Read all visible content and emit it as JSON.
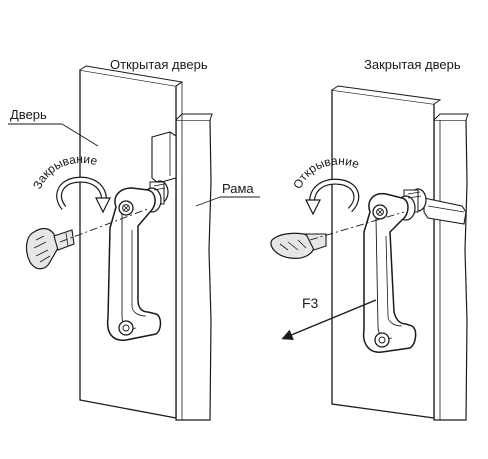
{
  "figure": {
    "left": {
      "title": "Открытая дверь",
      "door_label": "Дверь",
      "frame_label": "Рама",
      "action_label": "Закрывание"
    },
    "right": {
      "title": "Закрытая дверь",
      "action_label": "Открывание",
      "force_label": "F3"
    }
  },
  "colors": {
    "line": "#1a1a1a",
    "handle_fill": "#ffffff",
    "key_fill": "#e6e6e6",
    "background": "#ffffff"
  }
}
